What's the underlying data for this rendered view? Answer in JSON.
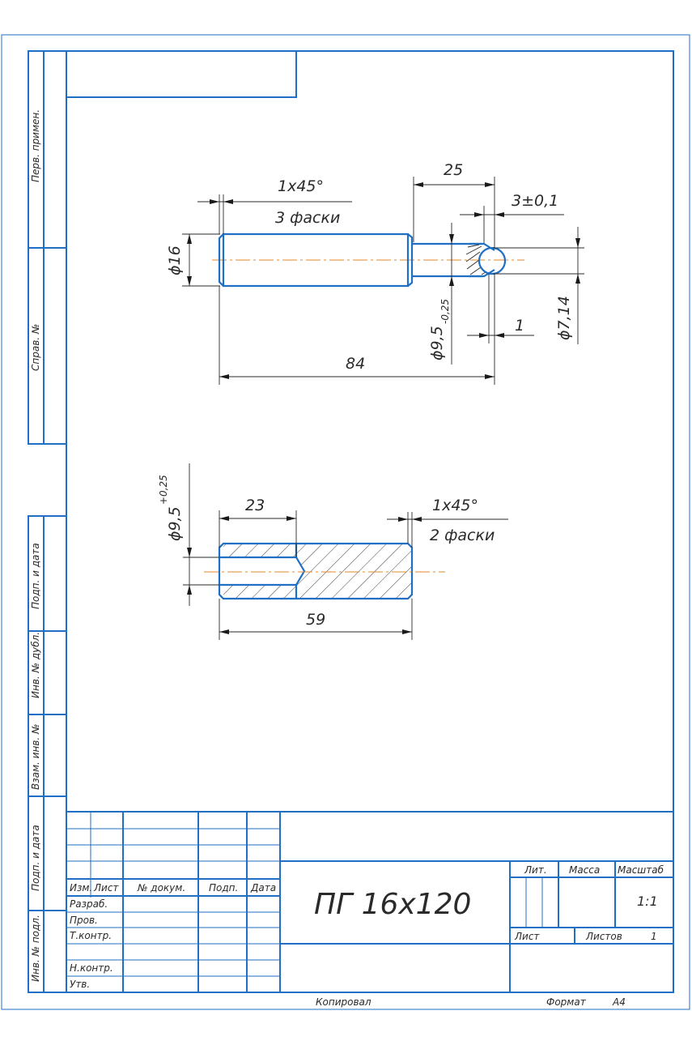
{
  "side_strip": {
    "perv_primen": "Перв. примен.",
    "sprav_no": "Справ. №",
    "podp_data_1": "Подп. и дата",
    "inv_dubl": "Инв. № дубл.",
    "vzam_inv": "Взам. инв. №",
    "podp_data_2": "Подп. и дата",
    "inv_podl": "Инв. № подл."
  },
  "part1": {
    "chamfer": "1x45°",
    "chamfer_note": "3 фаски",
    "length_top": "25",
    "groove": "3±0,1",
    "dia_main": "ϕ16",
    "dia_neck": "ϕ9,5",
    "dia_neck_tol": "-0,25",
    "dia_ball": "ϕ7,14",
    "offset": "1",
    "total_length": "84"
  },
  "part2": {
    "dia_bore": "ϕ9,5",
    "dia_bore_tol": "+0,25",
    "bore_depth": "23",
    "chamfer": "1x45°",
    "chamfer_note": "2 фаски",
    "total_length": "59"
  },
  "title_block": {
    "col_izm": "Изм.",
    "col_list": "Лист",
    "col_doc": "№ докум.",
    "col_podp": "Подп.",
    "col_data": "Дата",
    "razrab": "Разраб.",
    "prov": "Пров.",
    "tkontr": "Т.контр.",
    "nkontr": "Н.контр.",
    "utv": "Утв.",
    "designation": "ПГ 16х120",
    "lit": "Лит.",
    "massa": "Масса",
    "masshtab": "Масштаб",
    "scale_value": "1:1",
    "list": "Лист",
    "listov": "Листов",
    "listov_value": "1"
  },
  "footer": {
    "kopiroval": "Копировал",
    "format_label": "Формат",
    "format_value": "А4"
  }
}
